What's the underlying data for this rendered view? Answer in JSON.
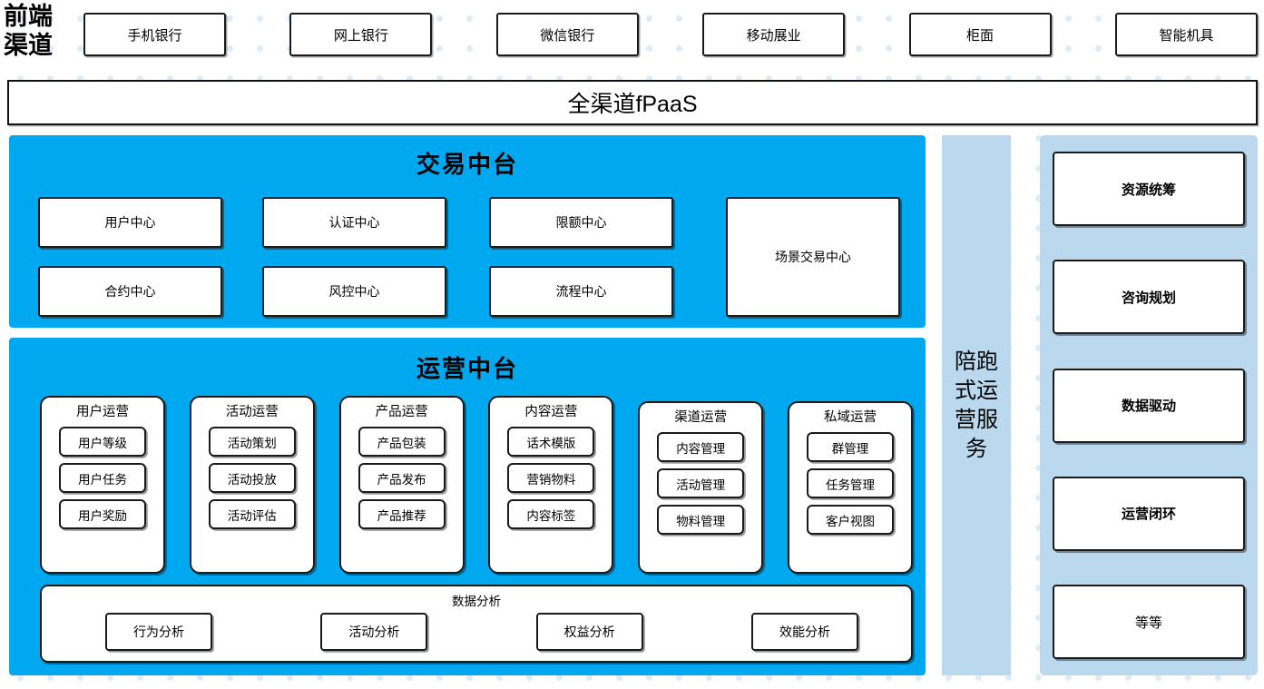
{
  "colors": {
    "cyan_panel": "#00a8f0",
    "light_blue_panel": "#bad8ee",
    "box_border": "#1a1a1a",
    "box_fill": "#ffffff",
    "dot_decoration": "#dcedf9"
  },
  "front_channel": {
    "label": "前端\n渠道",
    "label_line1": "前端",
    "label_line2": "渠道",
    "items": [
      {
        "label": "手机银行"
      },
      {
        "label": "网上银行"
      },
      {
        "label": "微信银行"
      },
      {
        "label": "移动展业"
      },
      {
        "label": "柜面"
      },
      {
        "label": "智能机具"
      }
    ]
  },
  "fpaas": {
    "label": "全渠道fPaaS"
  },
  "trade_platform": {
    "title": "交易中台",
    "centers": [
      {
        "label": "用户中心"
      },
      {
        "label": "认证中心"
      },
      {
        "label": "限额中心"
      },
      {
        "label": "合约中心"
      },
      {
        "label": "风控中心"
      },
      {
        "label": "流程中心"
      }
    ],
    "scene_center": {
      "label": "场景交易中心"
    }
  },
  "ops_platform": {
    "title": "运营中台",
    "columns": [
      {
        "title": "用户运营",
        "items": [
          {
            "label": "用户等级"
          },
          {
            "label": "用户任务"
          },
          {
            "label": "用户奖励"
          }
        ]
      },
      {
        "title": "活动运营",
        "items": [
          {
            "label": "活动策划"
          },
          {
            "label": "活动投放"
          },
          {
            "label": "活动评估"
          }
        ]
      },
      {
        "title": "产品运营",
        "items": [
          {
            "label": "产品包装"
          },
          {
            "label": "产品发布"
          },
          {
            "label": "产品推荐"
          }
        ]
      },
      {
        "title": "内容运营",
        "items": [
          {
            "label": "话术模版"
          },
          {
            "label": "营销物料"
          },
          {
            "label": "内容标签"
          }
        ]
      },
      {
        "title": "渠道运营",
        "items": [
          {
            "label": "内容管理"
          },
          {
            "label": "活动管理"
          },
          {
            "label": "物料管理"
          }
        ]
      },
      {
        "title": "私域运营",
        "items": [
          {
            "label": "群管理"
          },
          {
            "label": "任务管理"
          },
          {
            "label": "客户视图"
          }
        ]
      }
    ],
    "analysis": {
      "title": "数据分析",
      "items": [
        {
          "label": "行为分析"
        },
        {
          "label": "活动分析"
        },
        {
          "label": "权益分析"
        },
        {
          "label": "效能分析"
        }
      ]
    }
  },
  "accompany_service": {
    "label": "陪跑式运营服务"
  },
  "service_panel": {
    "items": [
      {
        "label": "资源统筹",
        "bold": true
      },
      {
        "label": "咨询规划",
        "bold": true
      },
      {
        "label": "数据驱动",
        "bold": true
      },
      {
        "label": "运营闭环",
        "bold": true
      },
      {
        "label": "等等",
        "bold": false
      }
    ]
  }
}
